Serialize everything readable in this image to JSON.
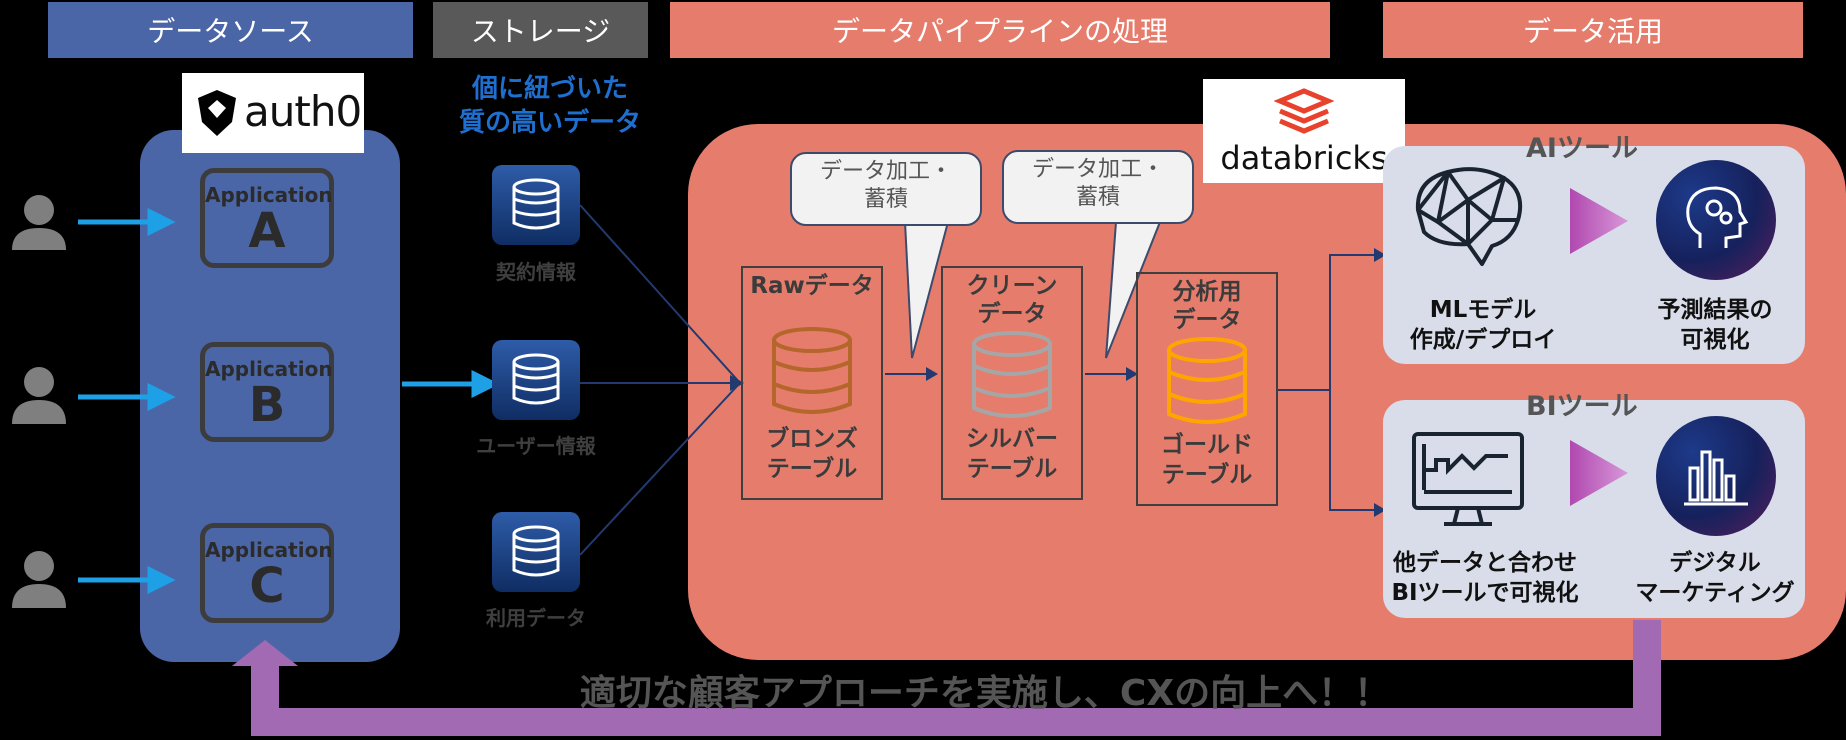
{
  "headers": {
    "source": "データソース",
    "storage": "ストレージ",
    "pipeline": "データパイプラインの処理",
    "usage": "データ活用"
  },
  "colors": {
    "header_source": "#4b66a6",
    "header_storage": "#595959",
    "header_pipeline": "#e67c6c",
    "header_usage": "#e67c6c",
    "arrow_user": "#1ea0e6",
    "feedback": "#a26ab2"
  },
  "auth0": {
    "logo_text": "auth0"
  },
  "apps": [
    {
      "title": "Application",
      "letter": "A"
    },
    {
      "title": "Application",
      "letter": "B"
    },
    {
      "title": "Application",
      "letter": "C"
    }
  ],
  "storage": {
    "caption_line1": "個に紐づいた",
    "caption_line2": "質の高いデータ",
    "databases": [
      {
        "label": "契約情報"
      },
      {
        "label": "ユーザー情報"
      },
      {
        "label": "利用データ"
      }
    ]
  },
  "callouts": [
    {
      "line1": "データ加工・",
      "line2": "蓄積"
    },
    {
      "line1": "データ加工・",
      "line2": "蓄積"
    }
  ],
  "databricks": {
    "logo_text": "databricks"
  },
  "stages": [
    {
      "title1": "Rawデータ",
      "title2": "",
      "sub1": "ブロンズ",
      "sub2": "テーブル",
      "color": "#b5662b"
    },
    {
      "title1": "クリーン",
      "title2": "データ",
      "sub1": "シルバー",
      "sub2": "テーブル",
      "color": "#a6a6a6"
    },
    {
      "title1": "分析用",
      "title2": "データ",
      "sub1": "ゴールド",
      "sub2": "テーブル",
      "color": "#ffa500"
    }
  ],
  "ai_tool": {
    "title": "AIツール",
    "left_line1": "MLモデル",
    "left_line2": "作成/デプロイ",
    "right_line1": "予測結果の",
    "right_line2": "可視化"
  },
  "bi_tool": {
    "title": "BIツール",
    "left_line1": "他データと合わせ",
    "left_line2": "BIツールで可視化",
    "right_line1": "デジタル",
    "right_line2": "マーケティング"
  },
  "footer": {
    "message": "適切な顧客アプローチを実施し、CXの向上へ！！"
  }
}
